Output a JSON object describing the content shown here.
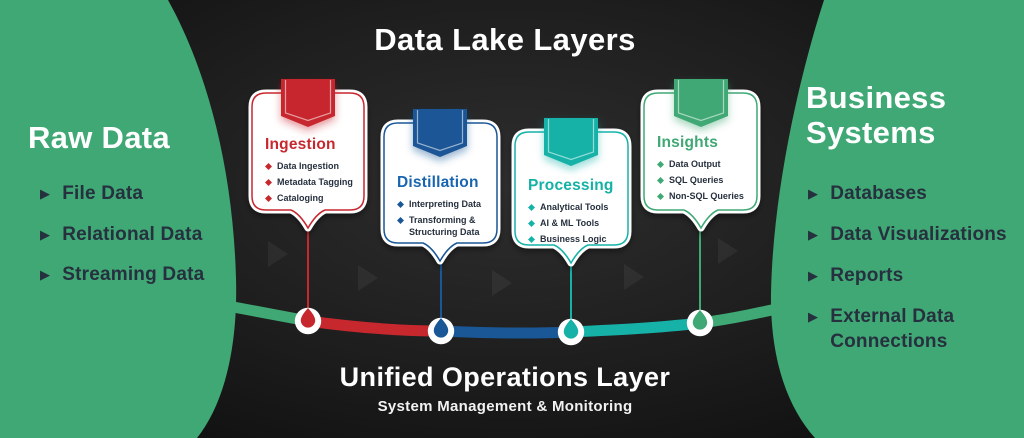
{
  "title": "Data Lake Layers",
  "left_panel": {
    "title": "Raw Data",
    "items": [
      "File Data",
      "Relational Data",
      "Streaming Data"
    ]
  },
  "right_panel": {
    "title": "Business Systems",
    "items": [
      "Databases",
      "Data Visualizations",
      "Reports",
      "External Data Connections"
    ]
  },
  "layers": [
    {
      "name": "Ingestion",
      "color": "#C7282D",
      "title_color": "#C7282D",
      "items": [
        "Data Ingestion",
        "Metadata Tagging",
        "Cataloging"
      ]
    },
    {
      "name": "Distillation",
      "color": "#1A5796",
      "title_color": "#1A65B0",
      "items": [
        "Interpreting Data",
        "Transforming & Structuring Data"
      ]
    },
    {
      "name": "Processing",
      "color": "#16B2A8",
      "title_color": "#14B2A6",
      "items": [
        "Analytical Tools",
        "AI & ML Tools",
        "Business Logic"
      ]
    },
    {
      "name": "Insights",
      "color": "#3FA874",
      "title_color": "#3FA874",
      "items": [
        "Data Output",
        "SQL Queries",
        "Non-SQL Queries"
      ]
    }
  ],
  "footer": {
    "title": "Unified Operations Layer",
    "subtitle": "System Management & Monitoring"
  },
  "icons": {
    "side_bullet": "triangle-right-icon",
    "card_bullet": "diamond-icon",
    "ribbon": "bookmark-ribbon-icon",
    "node": "timeline-node-droplet-icon"
  },
  "colors": {
    "panel_green": "#3FA874",
    "ingestion_red": "#C7282D",
    "distillation_blue": "#1A5796",
    "processing_teal": "#16B2A8",
    "insights_green": "#3FA874",
    "bg_center": "#2E2E2E",
    "bg_mid": "#1E1E1E",
    "bg_edge": "#0F0F0F",
    "text_dark": "#26303E",
    "text_white": "#FFFFFF"
  }
}
